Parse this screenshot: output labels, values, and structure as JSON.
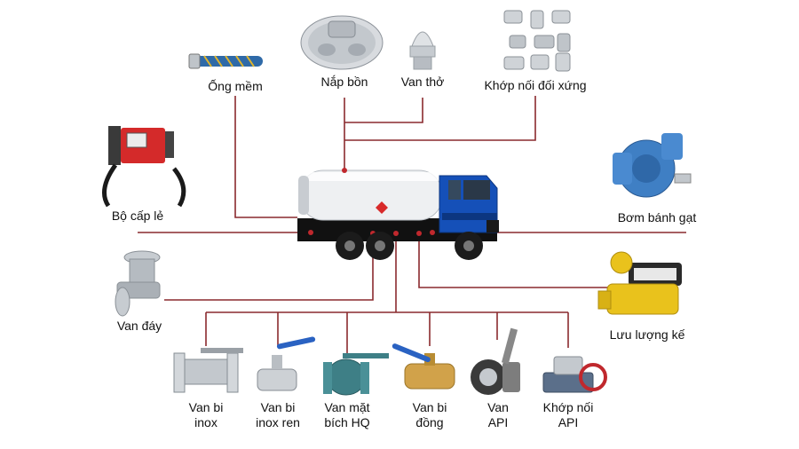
{
  "accent_color": "#8a2a2e",
  "components": {
    "flexible_hose": "Ống mềm",
    "tank_lid": "Nắp bồn",
    "vent_valve": "Van thở",
    "symmetric_coupling": "Khớp nối đối xứng",
    "dispenser": "Bộ cấp lẻ",
    "vane_pump": "Bơm bánh gạt",
    "bottom_valve": "Van đáy",
    "flow_meter": "Lưu lượng kế",
    "ball_valve_inox_l1": "Van bi",
    "ball_valve_inox_l2": "inox",
    "ball_valve_thread_l1": "Van bi",
    "ball_valve_thread_l2": "inox ren",
    "butterfly_valve_l1": "Van mặt",
    "butterfly_valve_l2": "bích HQ",
    "brass_ball_valve_l1": "Van bi",
    "brass_ball_valve_l2": "đồng",
    "api_valve_l1": "Van",
    "api_valve_l2": "API",
    "api_coupling_l1": "Khớp nối",
    "api_coupling_l2": "API"
  }
}
